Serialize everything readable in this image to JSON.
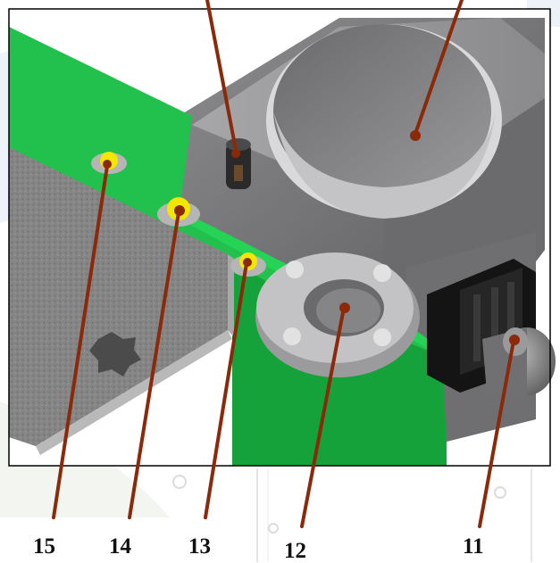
{
  "callouts": [
    {
      "id": "15",
      "label": "15"
    },
    {
      "id": "14",
      "label": "14"
    },
    {
      "id": "13",
      "label": "13"
    },
    {
      "id": "12",
      "label": "12"
    },
    {
      "id": "11",
      "label": "11"
    }
  ],
  "colors": {
    "leader_line": "#8b2a0a",
    "frame_green": "#1fc24a",
    "housing_grey": "#7c7c7e",
    "indicator_yellow": "#f3e600",
    "tray_grey": "#8c8c8c"
  }
}
